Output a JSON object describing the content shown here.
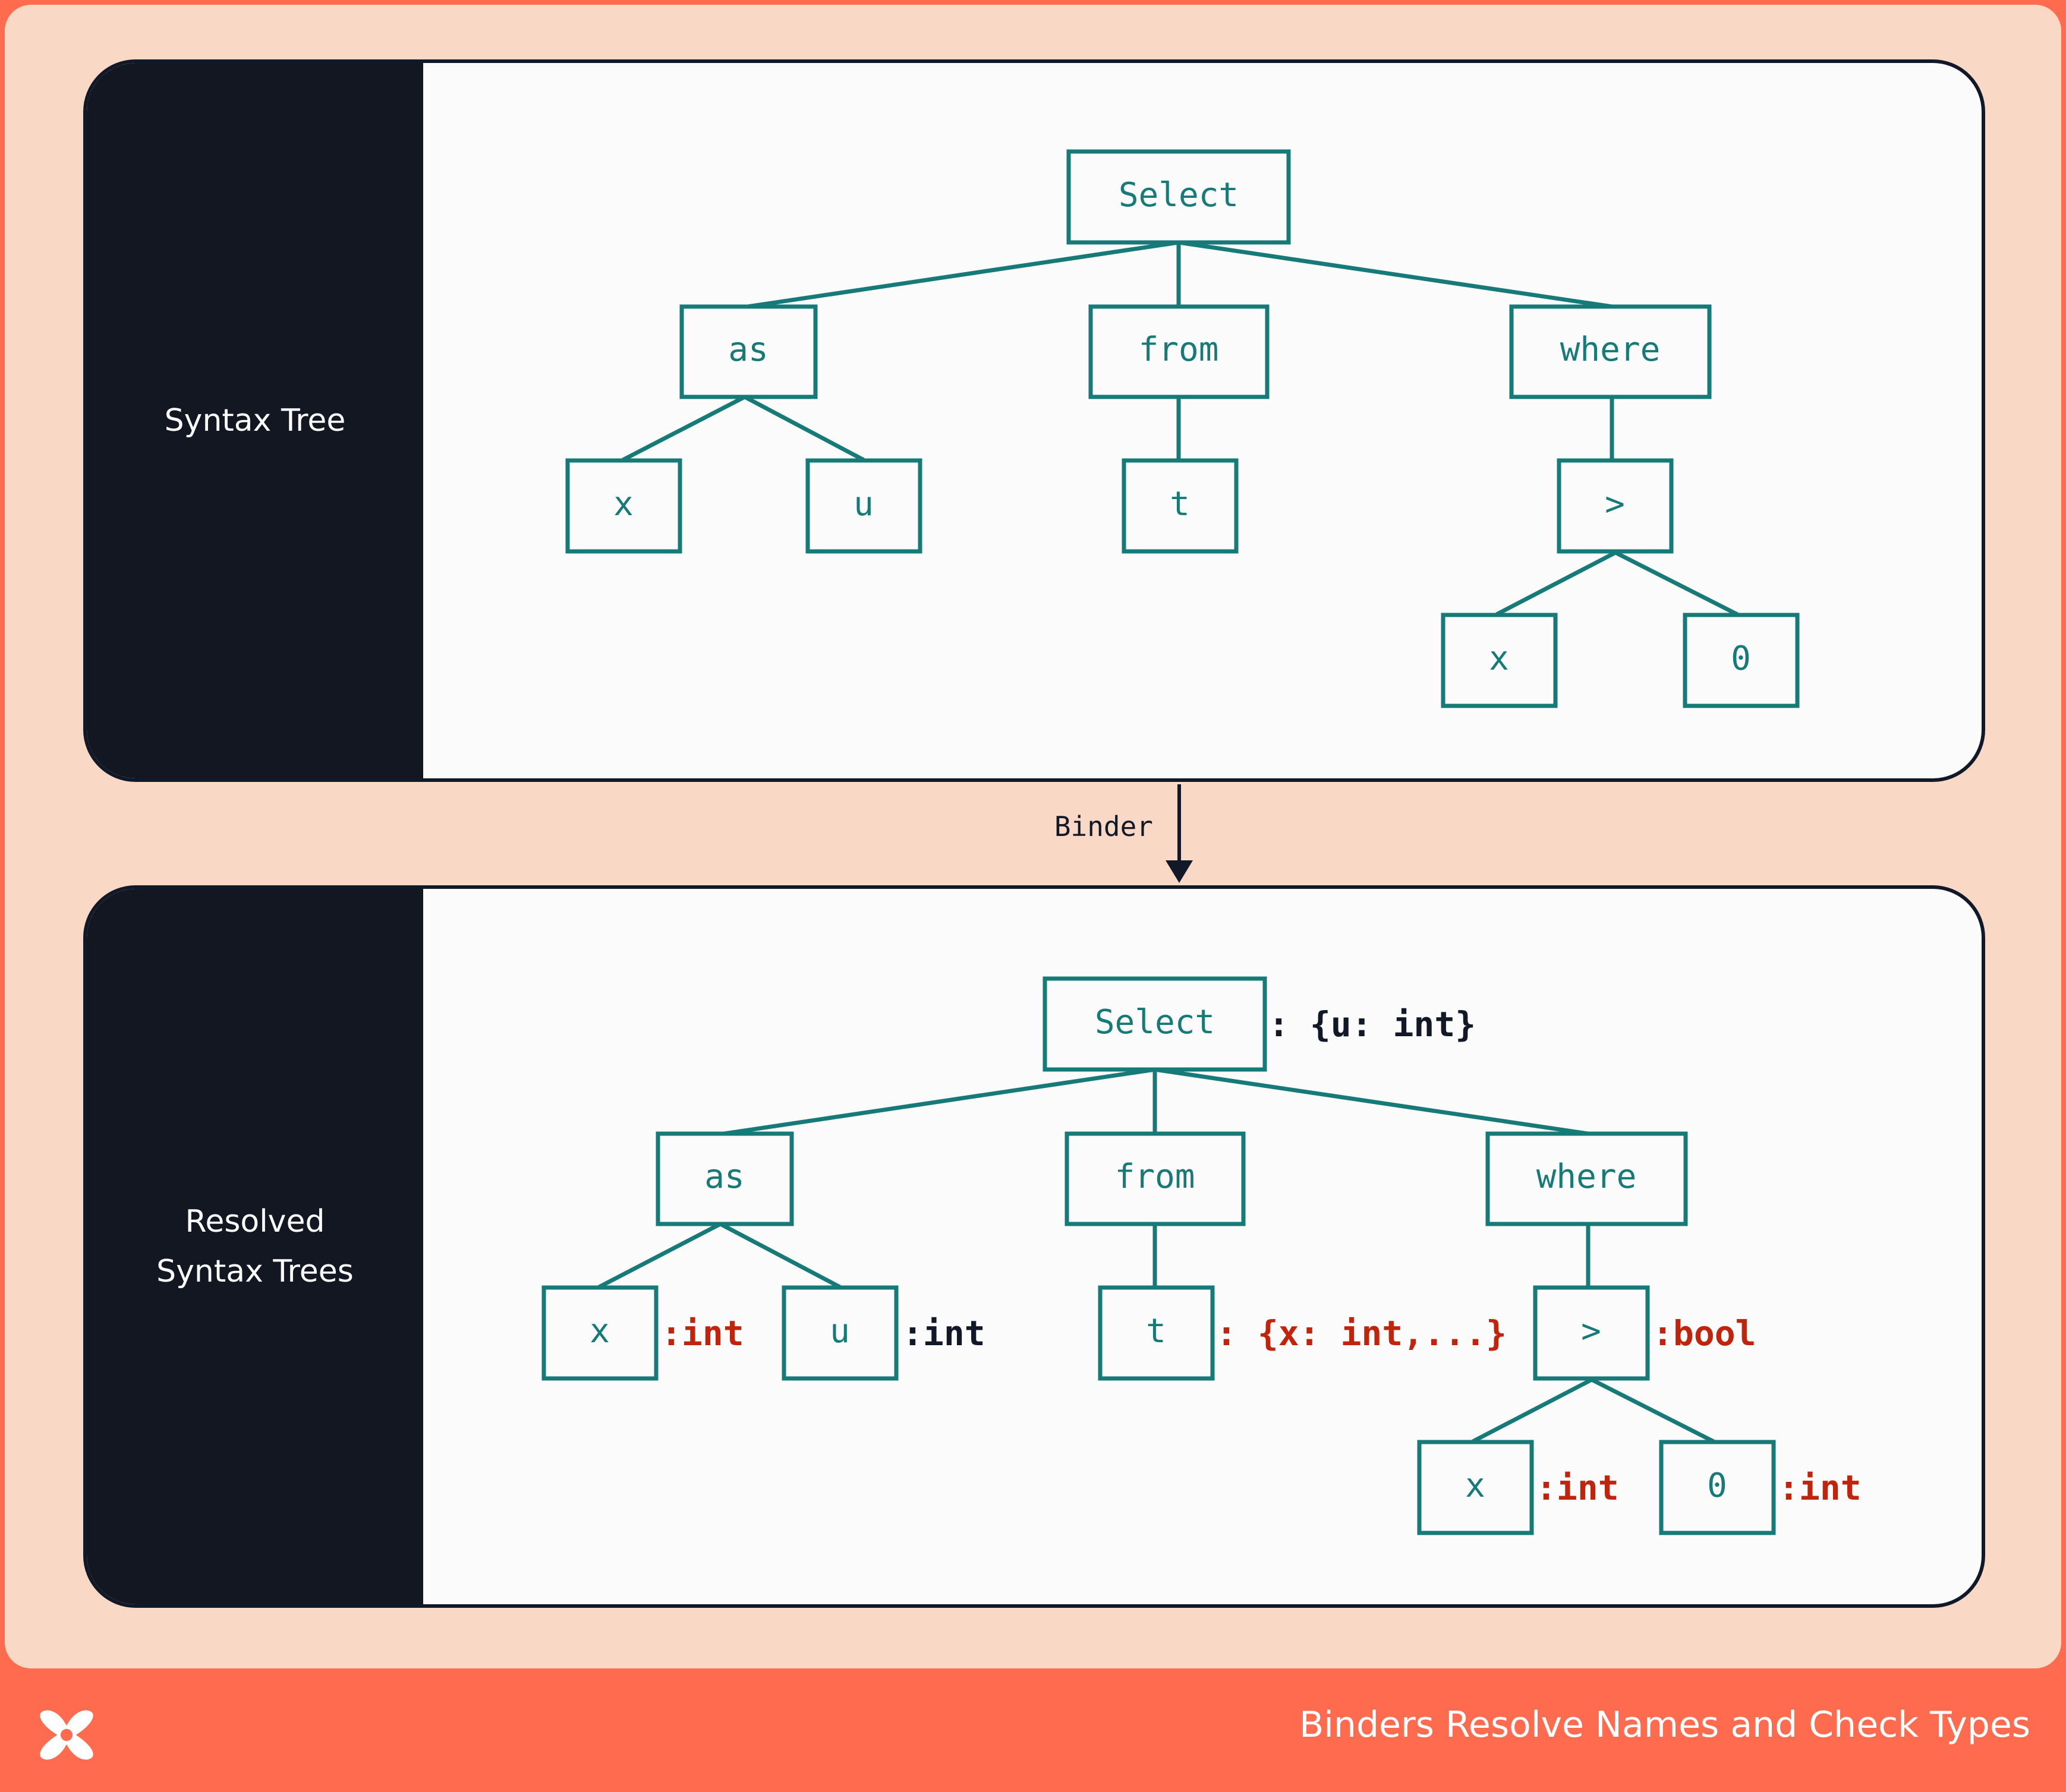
{
  "colors": {
    "accent": "#167a78",
    "annotation_red": "#c1240c",
    "dark": "#131722",
    "frame": "#f9d9c5",
    "footer": "#ff6b4e"
  },
  "panels": {
    "top": {
      "label": "Syntax Tree"
    },
    "bottom": {
      "label_line1": "Resolved",
      "label_line2": "Syntax Trees"
    }
  },
  "edge_label": "Binder",
  "tree_top": {
    "select": "Select",
    "as": "as",
    "from": "from",
    "where": "where",
    "x": "x",
    "u": "u",
    "t": "t",
    "gt": ">",
    "x2": "x",
    "zero": "0"
  },
  "tree_bottom": {
    "select": "Select",
    "as": "as",
    "from": "from",
    "where": "where",
    "x": "x",
    "u": "u",
    "t": "t",
    "gt": ">",
    "x2": "x",
    "zero": "0"
  },
  "annotations": {
    "select": ": {u: int}",
    "x": ":int",
    "u": ":int",
    "t": ": {x: int,...}",
    "gt": ":bool",
    "x2": ":int",
    "zero": ":int"
  },
  "footer": {
    "title": "Binders Resolve Names and Check Types",
    "logo_icon": "x-logo-icon"
  }
}
